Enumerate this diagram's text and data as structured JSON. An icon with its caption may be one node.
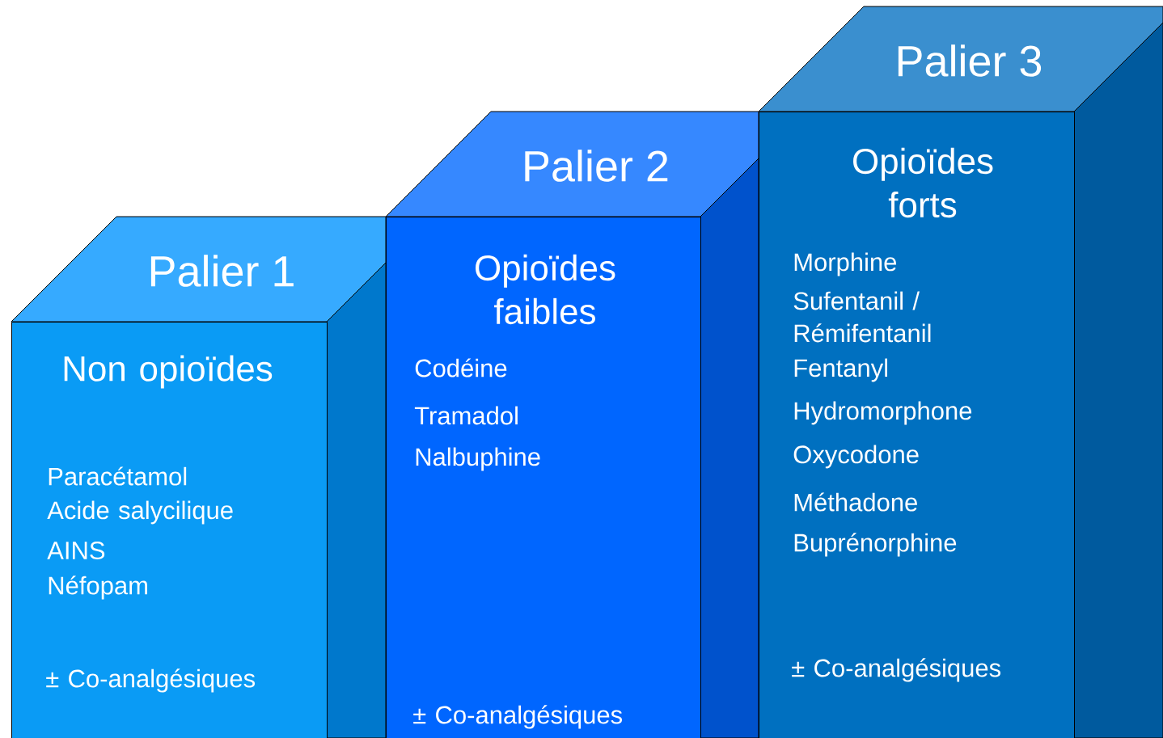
{
  "diagram": {
    "nodes": [
      {
        "text": [
          "Palier 1"
        ]
      },
      {
        "text": [
          "Non opioïdes",
          "Paracétamol",
          "Acide salycilique",
          "AINS",
          "Néfopam",
          "± Co-analgésiques"
        ]
      },
      {
        "text": [
          "Palier 2"
        ]
      },
      {
        "text": [
          "Opioïdes faibles",
          "Codéine",
          "Tramadol",
          "Nalbuphine",
          "± Co-analgésiques"
        ]
      },
      {
        "text": [
          "Palier 3"
        ]
      },
      {
        "text": [
          "Opioïdes forts",
          "Morphine",
          "Sufentanil / Rémifentanil",
          "Fentanyl",
          "Hydromorphone",
          "Oxycodone",
          "Méthadone",
          "Buprénorphine",
          "± Co-analgésiques"
        ]
      }
    ]
  }
}
